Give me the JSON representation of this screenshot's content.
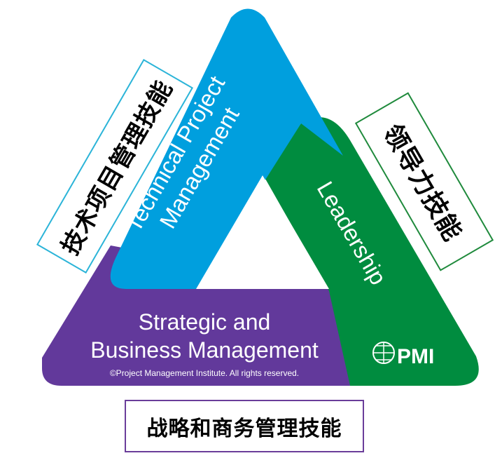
{
  "colors": {
    "technical": "#009fde",
    "leadership": "#008c3f",
    "strategic": "#62399b",
    "white": "#ffffff",
    "left_label_border": "#2bb4d8",
    "right_label_border": "#1f8a3c",
    "bottom_label_border": "#6a3d9a"
  },
  "triangle": {
    "technical_line1": "Technical Project",
    "technical_line2": "Management",
    "leadership": "Leadership",
    "strategic_line1": "Strategic and",
    "strategic_line2": "Business Management",
    "copyright": "©Project Management Institute. All rights reserved.",
    "logo_text": "PMI"
  },
  "labels": {
    "left": "技术项目管理技能",
    "right": "领导力技能",
    "bottom": "战略和商务管理技能"
  }
}
